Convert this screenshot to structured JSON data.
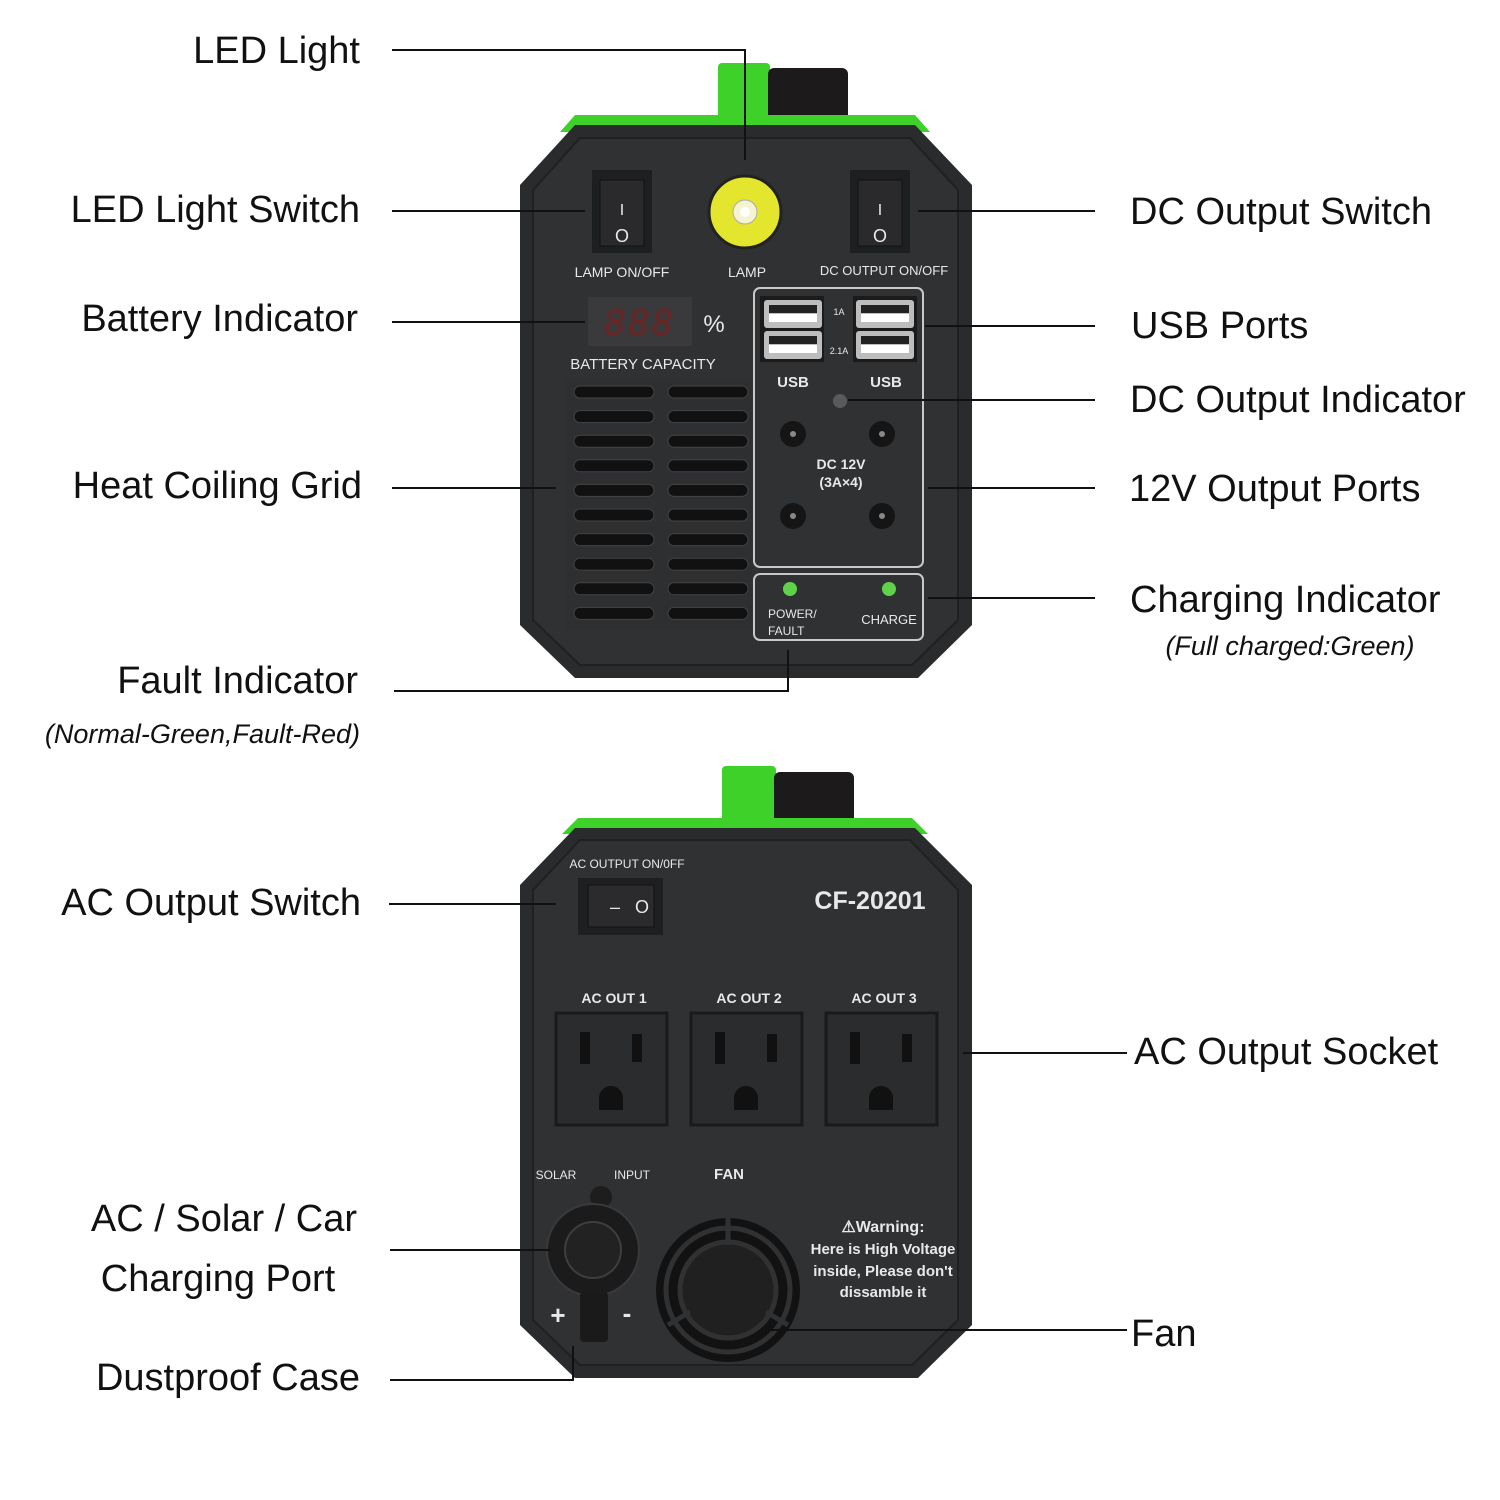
{
  "colors": {
    "accent_green": "#3dd12a",
    "body": "#2c2d2f",
    "panel": "#303133",
    "lamp": "#e4e62e",
    "led_green": "#5ed24a",
    "display_red": "#8a1c1c"
  },
  "callouts": {
    "led_light": "LED Light",
    "led_light_switch": "LED Light Switch",
    "battery_indicator": "Battery Indicator",
    "heat_grid": "Heat Coiling Grid",
    "fault_indicator": "Fault Indicator",
    "fault_note": "(Normal-Green,Fault-Red)",
    "dc_output_switch": "DC Output Switch",
    "usb_ports": "USB Ports",
    "dc_output_indicator": "DC Output Indicator",
    "v12_output_ports": "12V Output Ports",
    "charging_indicator": "Charging Indicator",
    "charging_note": "(Full charged:Green)",
    "ac_output_switch": "AC Output Switch",
    "charging_port_1": "AC / Solar / Car",
    "charging_port_2": "Charging Port",
    "dustproof_case": "Dustproof Case",
    "ac_output_socket": "AC Output Socket",
    "fan": "Fan"
  },
  "front_panel": {
    "lamp_switch_label": "LAMP  ON/OFF",
    "lamp_label": "LAMP",
    "dc_switch_label": "DC  OUTPUT  ON/OFF",
    "switch_on": "I",
    "switch_off": "O",
    "display_value": "888",
    "percent": "%",
    "battery_capacity": "BATTERY CAPACITY",
    "usb_1a": "1A",
    "usb_21a": "2.1A",
    "usb_left": "USB",
    "usb_right": "USB",
    "dc_label_1": "DC 12V",
    "dc_label_2": "(3A×4)",
    "power_fault_1": "POWER/",
    "power_fault_2": "FAULT",
    "charge": "CHARGE"
  },
  "back_panel": {
    "ac_switch_label": "AC  OUTPUT  ON/0FF",
    "switch_on": "–",
    "switch_off": "O",
    "model": "CF-20201",
    "ac_out": [
      "AC OUT 1",
      "AC OUT 2",
      "AC OUT 3"
    ],
    "solar": "SOLAR",
    "input": "INPUT",
    "plus": "+",
    "minus": "-",
    "fan": "FAN",
    "warning_title": "⚠Warning:",
    "warning_lines": [
      "Here is High Voltage",
      "inside, Please don't",
      "dissamble it"
    ]
  }
}
